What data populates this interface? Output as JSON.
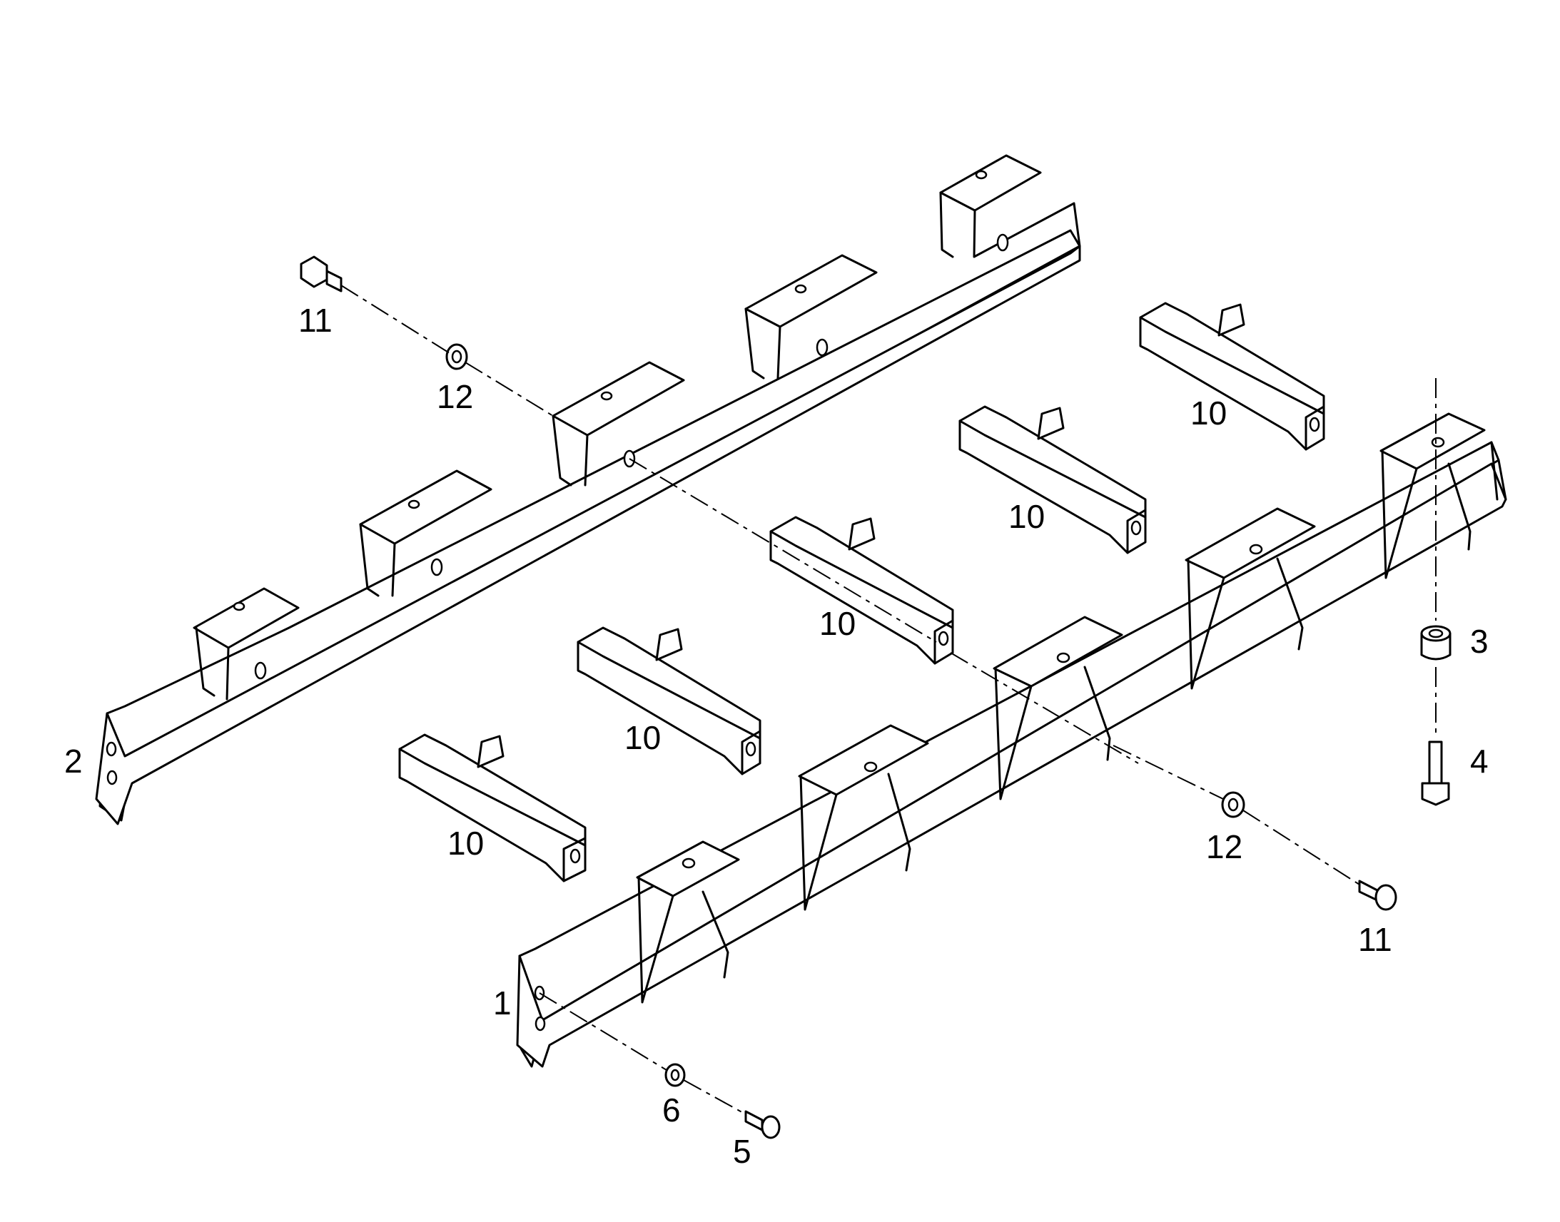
{
  "callouts": {
    "c1": "1",
    "c2": "2",
    "c3": "3",
    "c4": "4",
    "c5": "5",
    "c6": "6",
    "c10a": "10",
    "c10b": "10",
    "c10c": "10",
    "c10d": "10",
    "c10e": "10",
    "c11a": "11",
    "c11b": "11",
    "c12a": "12",
    "c12b": "12"
  },
  "colors": {
    "line": "#000000",
    "background": "#ffffff"
  }
}
